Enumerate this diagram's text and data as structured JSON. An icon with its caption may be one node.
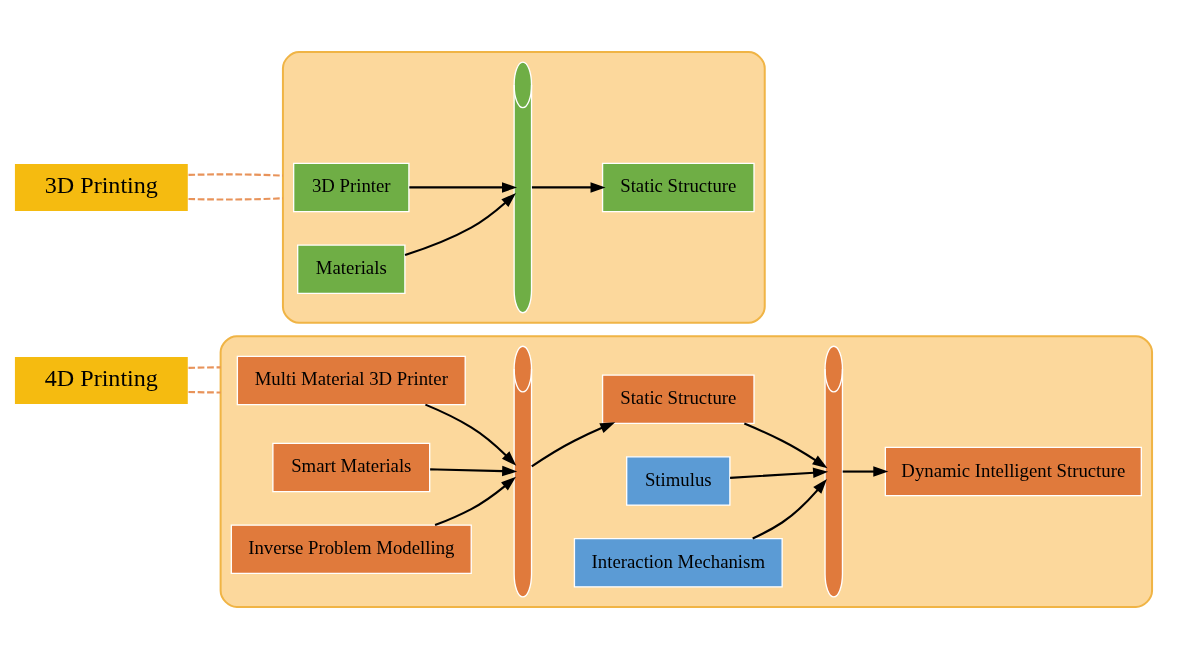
{
  "diagram": {
    "nodes": [
      {
        "text": [
          "3D Printing"
        ]
      },
      {
        "text": [],
        "shape": "box"
      },
      {
        "text": [
          "3D Printer"
        ],
        "in": 1
      },
      {
        "text": [
          "Materials"
        ],
        "in": 1
      },
      {
        "text": [],
        "shape": "cylinder",
        "in": 1
      },
      {
        "text": [
          "Static Structure"
        ],
        "in": 1
      },
      {
        "text": [
          "4D Printing"
        ]
      },
      {
        "text": [],
        "shape": "box"
      },
      {
        "text": [
          "Multi Material 3D Printer"
        ],
        "in": 7
      },
      {
        "text": [
          "Smart Materials"
        ],
        "in": 7
      },
      {
        "text": [
          "Inverse Problem Modelling"
        ],
        "in": 7
      },
      {
        "text": [],
        "shape": "cylinder",
        "in": 7
      },
      {
        "text": [
          "Stimulus"
        ],
        "in": 7
      },
      {
        "text": [
          "Static Structure"
        ],
        "in": 7
      },
      {
        "text": [
          "Interaction Mechanism"
        ],
        "in": 7
      },
      {
        "text": [],
        "shape": "cylinder",
        "in": 7
      },
      {
        "text": [
          "Dynamic Intelligent Structure"
        ],
        "in": 7
      }
    ],
    "edges": [
      {
        "from": 0,
        "to": 1,
        "arrow": "none",
        "style": "dashed",
        "color": "#e8935a"
      },
      {
        "from": 0,
        "to": 1,
        "arrow": "none",
        "style": "dashed",
        "color": "#e8935a"
      },
      {
        "from": 2,
        "to": 4,
        "arrow": "to"
      },
      {
        "from": 3,
        "to": 4,
        "arrow": "to"
      },
      {
        "from": 4,
        "to": 5,
        "arrow": "to"
      },
      {
        "from": 6,
        "to": 7,
        "arrow": "none",
        "style": "dashed",
        "color": "#e8935a"
      },
      {
        "from": 6,
        "to": 7,
        "arrow": "none",
        "style": "dashed",
        "color": "#e8935a"
      },
      {
        "from": 8,
        "to": 11,
        "arrow": "to"
      },
      {
        "from": 9,
        "to": 11,
        "arrow": "to"
      },
      {
        "from": 10,
        "to": 11,
        "arrow": "to"
      },
      {
        "from": 11,
        "to": 13,
        "arrow": "to"
      },
      {
        "from": 12,
        "to": 15,
        "arrow": "to"
      },
      {
        "from": 13,
        "to": 15,
        "arrow": "to"
      },
      {
        "from": 14,
        "to": 15,
        "arrow": "to"
      },
      {
        "from": 15,
        "to": 16,
        "arrow": "to"
      }
    ]
  }
}
